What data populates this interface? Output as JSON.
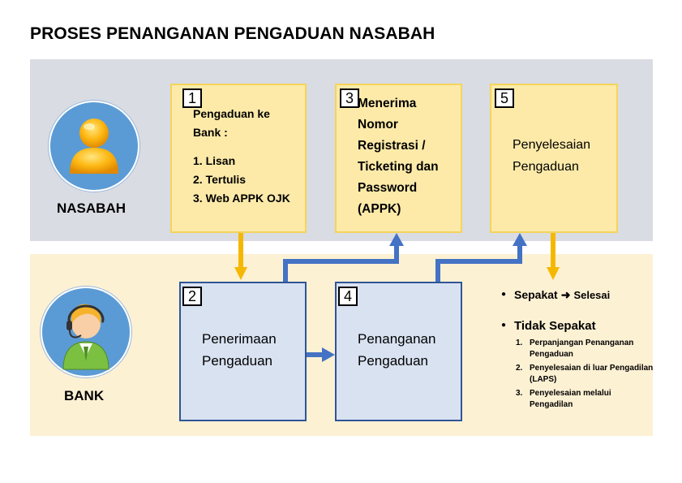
{
  "title": "PROSES PENANGANAN PENGADUAN NASABAH",
  "actors": {
    "nasabah": {
      "label": "NASABAH",
      "icon": "customer-avatar-icon"
    },
    "bank": {
      "label": "BANK",
      "icon": "call-center-agent-icon"
    }
  },
  "steps": {
    "s1": {
      "number": "1",
      "heading": "Pengaduan ke Bank :",
      "items": [
        "1. Lisan",
        "2. Tertulis",
        "3. Web APPK OJK"
      ]
    },
    "s2": {
      "number": "2",
      "text": "Penerimaan Pengaduan"
    },
    "s3": {
      "number": "3",
      "text": "Menerima Nomor Registrasi / Ticketing dan Password (APPK)"
    },
    "s4": {
      "number": "4",
      "text": "Penanganan Pengaduan"
    },
    "s5": {
      "number": "5",
      "text": "Penyelesaian Pengaduan"
    }
  },
  "outcomes": {
    "agree": {
      "label": "Sepakat",
      "result": "Selesai"
    },
    "disagree": {
      "label": "Tidak Sepakat",
      "items": [
        {
          "n": "1.",
          "text": "Perpanjangan Penanganan Pengaduan"
        },
        {
          "n": "2.",
          "text": "Penyelesaian di luar Pengadilan (LAPS)"
        },
        {
          "n": "3.",
          "text": "Penyelesaian melalui Pengadilan"
        }
      ]
    }
  },
  "colors": {
    "lane_top": "#d9dce3",
    "lane_bottom": "#fdf1d4",
    "box_yellow": "#fdeaa9",
    "box_yellow_border": "#f5d45b",
    "box_blue": "#d9e2f1",
    "box_blue_border": "#2f5597",
    "arrow_orange": "#f5b800",
    "arrow_blue": "#4472c4"
  }
}
